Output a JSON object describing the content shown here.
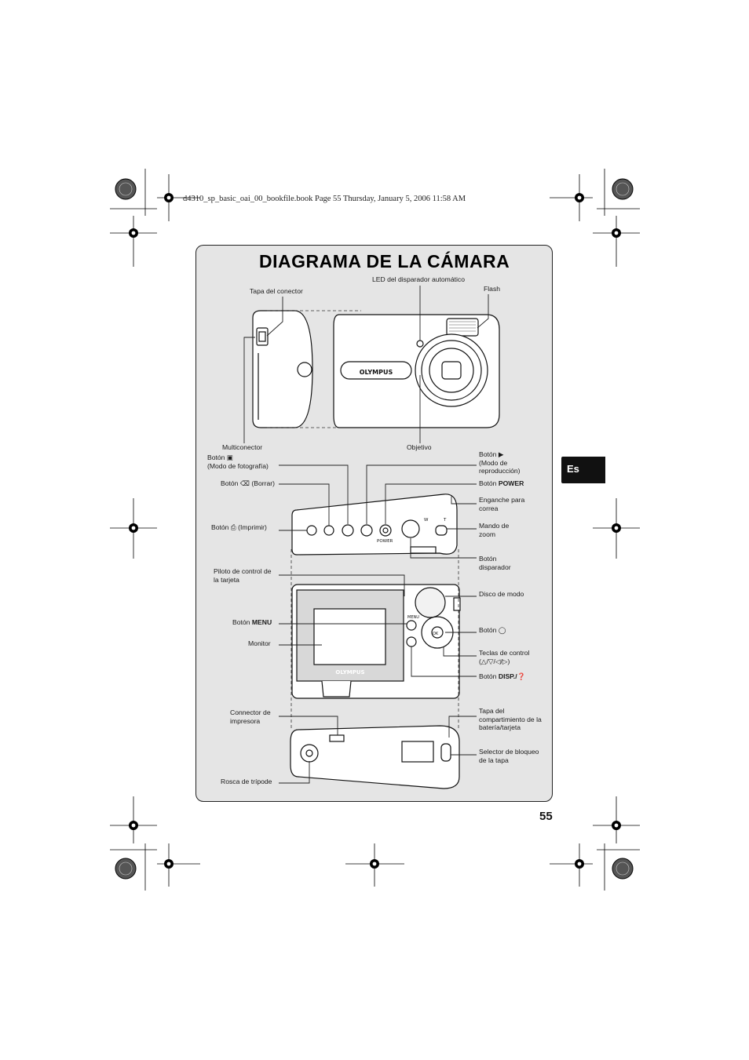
{
  "header": {
    "file_info": "d4310_sp_basic_oai_00_bookfile.book  Page 55  Thursday, January 5, 2006  11:58 AM"
  },
  "page": {
    "title": "DIAGRAMA DE LA CÁMARA",
    "number": "55",
    "lang_tab": "Es"
  },
  "camera_brand": "OLYMPUS",
  "labels": {
    "led": "LED del disparador automático",
    "tapa_conector": "Tapa del conector",
    "flash": "Flash",
    "multiconector": "Multiconector",
    "objetivo": "Objetivo",
    "boton_foto_1": "Botón",
    "boton_foto_2": "(Modo de fotografía)",
    "boton_borrar_a": "Botón",
    "boton_borrar_b": "(Borrar)",
    "boton_imprimir_a": "Botón",
    "boton_imprimir_b": "(Imprimir)",
    "piloto_1": "Piloto de control de",
    "piloto_2": "la tarjeta",
    "boton_menu_a": "Botón",
    "boton_menu_b": "MENU",
    "monitor": "Monitor",
    "conector_imp_1": "Connector de",
    "conector_imp_2": "impresora",
    "rosca": "Rosca de trípode",
    "boton_repro_1": "Botón",
    "boton_repro_2": "(Modo de",
    "boton_repro_3": "reproducción)",
    "boton_power_a": "Botón",
    "boton_power_b": "POWER",
    "enganche_1": "Enganche para",
    "enganche_2": "correa",
    "mando_1": "Mando de",
    "mando_2": "zoom",
    "disparador_1": "Botón",
    "disparador_2": "disparador",
    "disco": "Disco de modo",
    "boton_ok": "Botón",
    "teclas_1": "Teclas de control",
    "teclas_2": "(△/▽/◁/▷)",
    "disp_a": "Botón",
    "disp_b": "DISP./",
    "tapa_bat_1": "Tapa del",
    "tapa_bat_2": "compartimiento de la",
    "tapa_bat_3": "batería/tarjeta",
    "selector_1": "Selector de bloqueo",
    "selector_2": "de la tapa"
  },
  "top_buttons": {
    "power": "POWER"
  },
  "dial": {
    "w": "W",
    "t": "T"
  },
  "back": {
    "menu": "MENU",
    "ok": "OK"
  }
}
